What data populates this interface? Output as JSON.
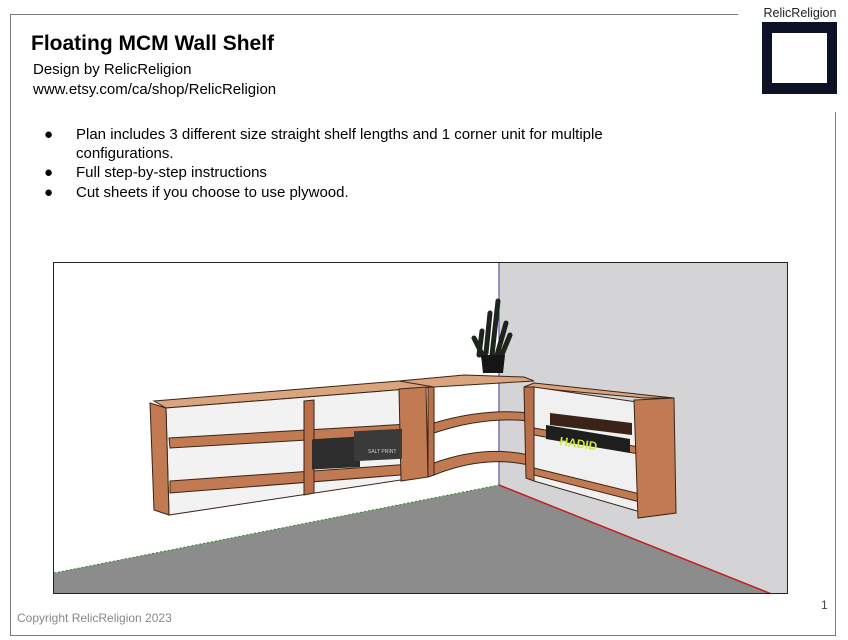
{
  "header": {
    "title": "Floating MCM Wall Shelf",
    "designer": "Design by RelicReligion",
    "shop_url": "www.etsy.com/ca/shop/RelicReligion"
  },
  "logo": {
    "text": "RelicReligion",
    "color": "#0d1326"
  },
  "bullets": [
    "Plan includes 3 different size straight shelf lengths and 1 corner unit for multiple configurations.",
    "Full step-by-step instructions",
    "Cut sheets if you choose to use plywood."
  ],
  "bullet_symbol": "●",
  "figure": {
    "book_label_1": "HADID",
    "book_label_2": "SALT PRINT",
    "wood_color": "#c27a52",
    "wall_color": "#d4d4d6",
    "floor_color": "#8c8c8c"
  },
  "footer": {
    "copyright": "Copyright RelicReligion 2023",
    "page_number": "1"
  }
}
